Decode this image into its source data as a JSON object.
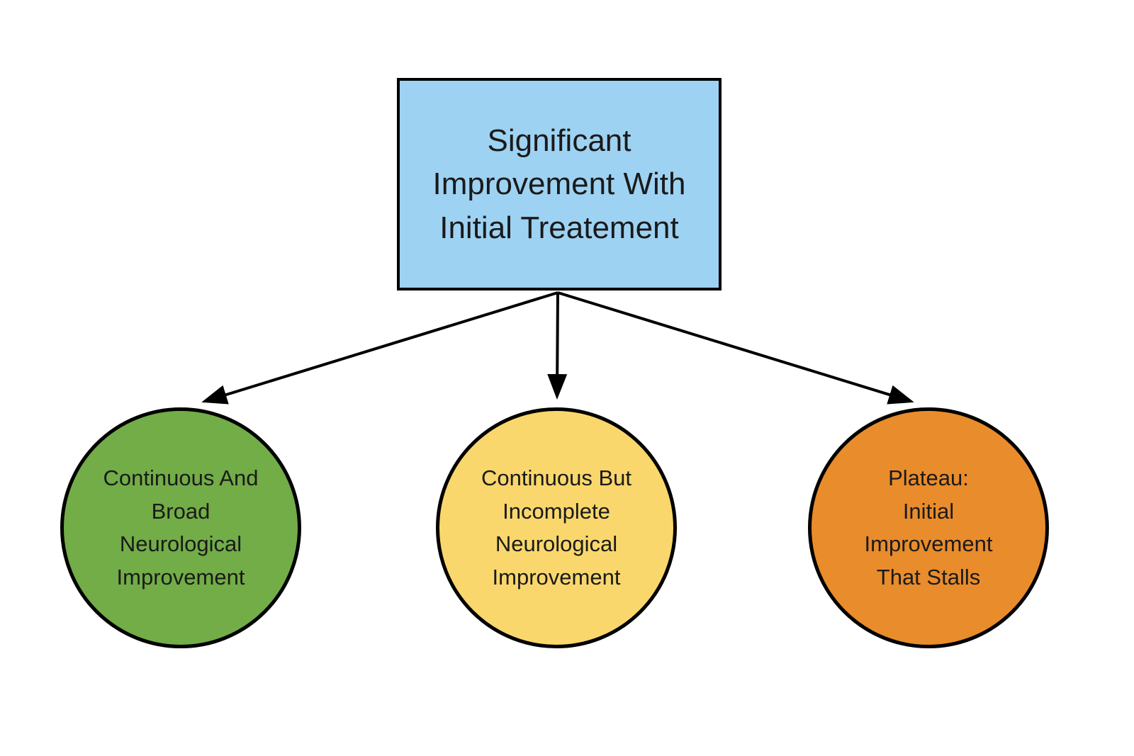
{
  "page": {
    "background": "#ffffff"
  },
  "diagram": {
    "type": "flowchart",
    "root_node": {
      "shape": "rectangle",
      "label": "Significant\nImprovement With\nInitial Treatement",
      "fill": "#9ed2f2",
      "border_color": "#000000",
      "text_color": "#1a1a1a"
    },
    "outcome_nodes": [
      {
        "shape": "circle",
        "label": "Continuous And\nBroad\nNeurological\nImprovement",
        "fill": "#72ad47",
        "border_color": "#000000",
        "text_color": "#1a1a1a"
      },
      {
        "shape": "circle",
        "label": "Continuous But\nIncomplete\nNeurological\nImprovement",
        "fill": "#f9d76c",
        "border_color": "#000000",
        "text_color": "#1a1a1a"
      },
      {
        "shape": "circle",
        "label": "Plateau:\nInitial\nImprovement\nThat Stalls",
        "fill": "#e98c2c",
        "border_color": "#000000",
        "text_color": "#1a1a1a"
      }
    ],
    "connectors": {
      "color": "#000000",
      "from": "root_node",
      "to": [
        "outcome_nodes.0",
        "outcome_nodes.1",
        "outcome_nodes.2"
      ]
    }
  }
}
